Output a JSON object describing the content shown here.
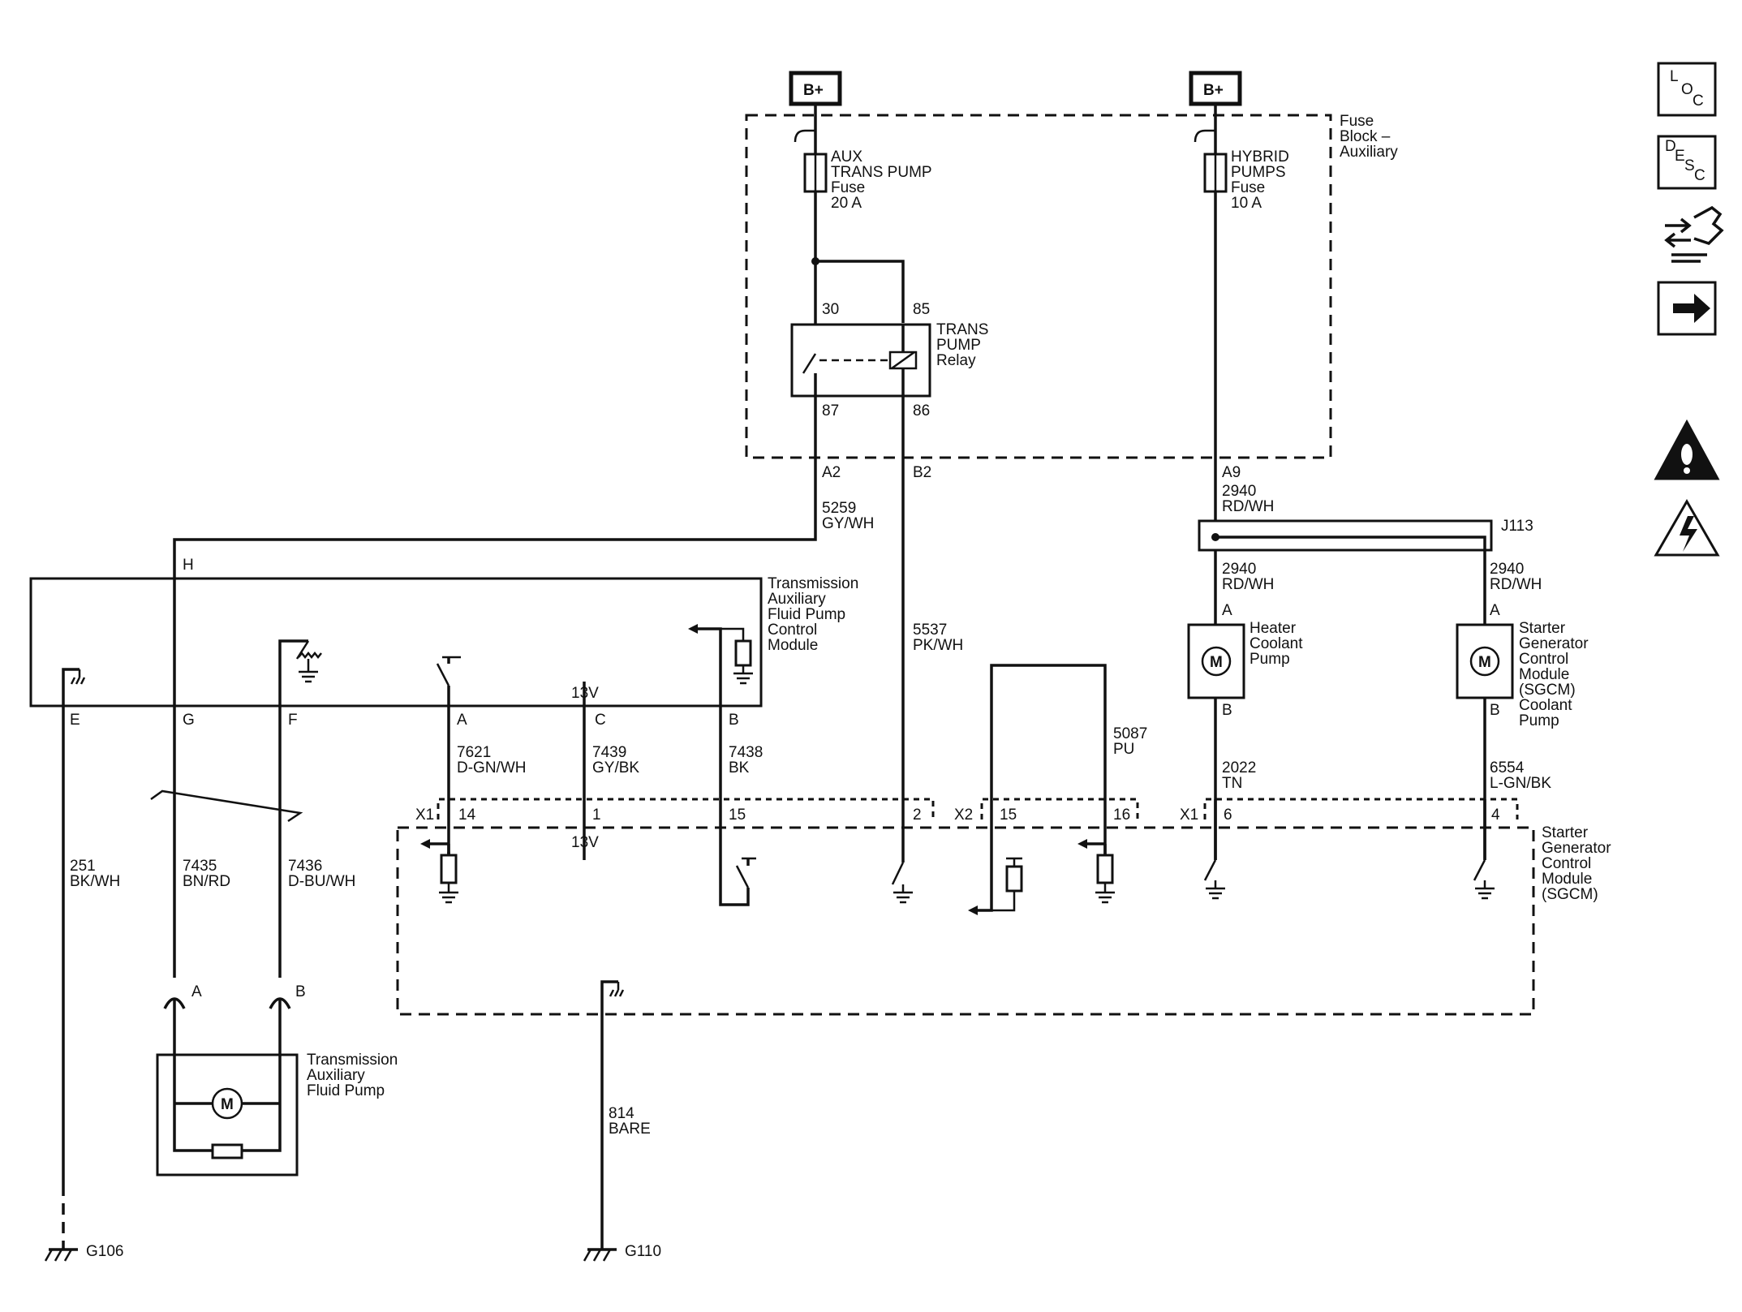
{
  "power": {
    "b1": "B+",
    "b2": "B+"
  },
  "fuse_block": {
    "l1": "Fuse",
    "l2": "Block –",
    "l3": "Auxiliary"
  },
  "fuse_aux": {
    "l1": "AUX",
    "l2": "TRANS PUMP",
    "l3": "Fuse",
    "l4": "20 A"
  },
  "fuse_hyb": {
    "l1": "HYBRID",
    "l2": "PUMPS",
    "l3": "Fuse",
    "l4": "10 A"
  },
  "relay": {
    "l1": "TRANS",
    "l2": "PUMP",
    "l3": "Relay",
    "p30": "30",
    "p85": "85",
    "p87": "87",
    "p86": "86"
  },
  "terminals": {
    "a2": "A2",
    "b2": "B2",
    "a9": "A9",
    "h": "H",
    "e": "E",
    "g": "G",
    "f": "F",
    "a": "A",
    "c": "C",
    "b": "B",
    "v13a": "13V",
    "v13b": "13V",
    "hcp_a": "A",
    "hcp_b": "B",
    "sgp_a": "A",
    "sgp_b": "B",
    "pa": "A",
    "pb": "B"
  },
  "splice": "J113",
  "wires": {
    "w5259": {
      "num": "5259",
      "color": "GY/WH"
    },
    "w5537": {
      "num": "5537",
      "color": "PK/WH"
    },
    "w2940a": {
      "num": "2940",
      "color": "RD/WH"
    },
    "w2940b": {
      "num": "2940",
      "color": "RD/WH"
    },
    "w2940c": {
      "num": "2940",
      "color": "RD/WH"
    },
    "w7621": {
      "num": "7621",
      "color": "D-GN/WH"
    },
    "w7439": {
      "num": "7439",
      "color": "GY/BK"
    },
    "w7438": {
      "num": "7438",
      "color": "BK"
    },
    "w5087": {
      "num": "5087",
      "color": "PU"
    },
    "w2022": {
      "num": "2022",
      "color": "TN"
    },
    "w6554": {
      "num": "6554",
      "color": "L-GN/BK"
    },
    "w251": {
      "num": "251",
      "color": "BK/WH"
    },
    "w7435": {
      "num": "7435",
      "color": "BN/RD"
    },
    "w7436": {
      "num": "7436",
      "color": "D-BU/WH"
    },
    "w814": {
      "num": "814",
      "color": "BARE"
    }
  },
  "tafp_cm": {
    "l1": "Transmission",
    "l2": "Auxiliary",
    "l3": "Fluid Pump",
    "l4": "Control",
    "l5": "Module"
  },
  "tafp": {
    "l1": "Transmission",
    "l2": "Auxiliary",
    "l3": "Fluid Pump"
  },
  "hcp": {
    "l1": "Heater",
    "l2": "Coolant",
    "l3": "Pump"
  },
  "sgcm_pump": {
    "l1": "Starter",
    "l2": "Generator",
    "l3": "Control",
    "l4": "Module",
    "l5": "(SGCM)",
    "l6": "Coolant",
    "l7": "Pump"
  },
  "sgcm": {
    "l1": "Starter",
    "l2": "Generator",
    "l3": "Control",
    "l4": "Module",
    "l5": "(SGCM)"
  },
  "connectors": {
    "x1a": "X1",
    "p14": "14",
    "p1": "1",
    "p15a": "15",
    "p2": "2",
    "x2": "X2",
    "p15b": "15",
    "p16": "16",
    "x1b": "X1",
    "p6": "6",
    "p4": "4"
  },
  "grounds": {
    "g106": "G106",
    "g110": "G110"
  },
  "motor": "M",
  "icons": [
    "location-icon",
    "description-icon",
    "connector-info-icon",
    "next-icon",
    "caution-icon",
    "electrical-hazard-icon"
  ],
  "icon_labels": {
    "loc_l": "L",
    "loc_o": "O",
    "loc_c": "C",
    "desc_d": "D",
    "desc_e": "E",
    "desc_s": "S",
    "desc_c": "C"
  }
}
